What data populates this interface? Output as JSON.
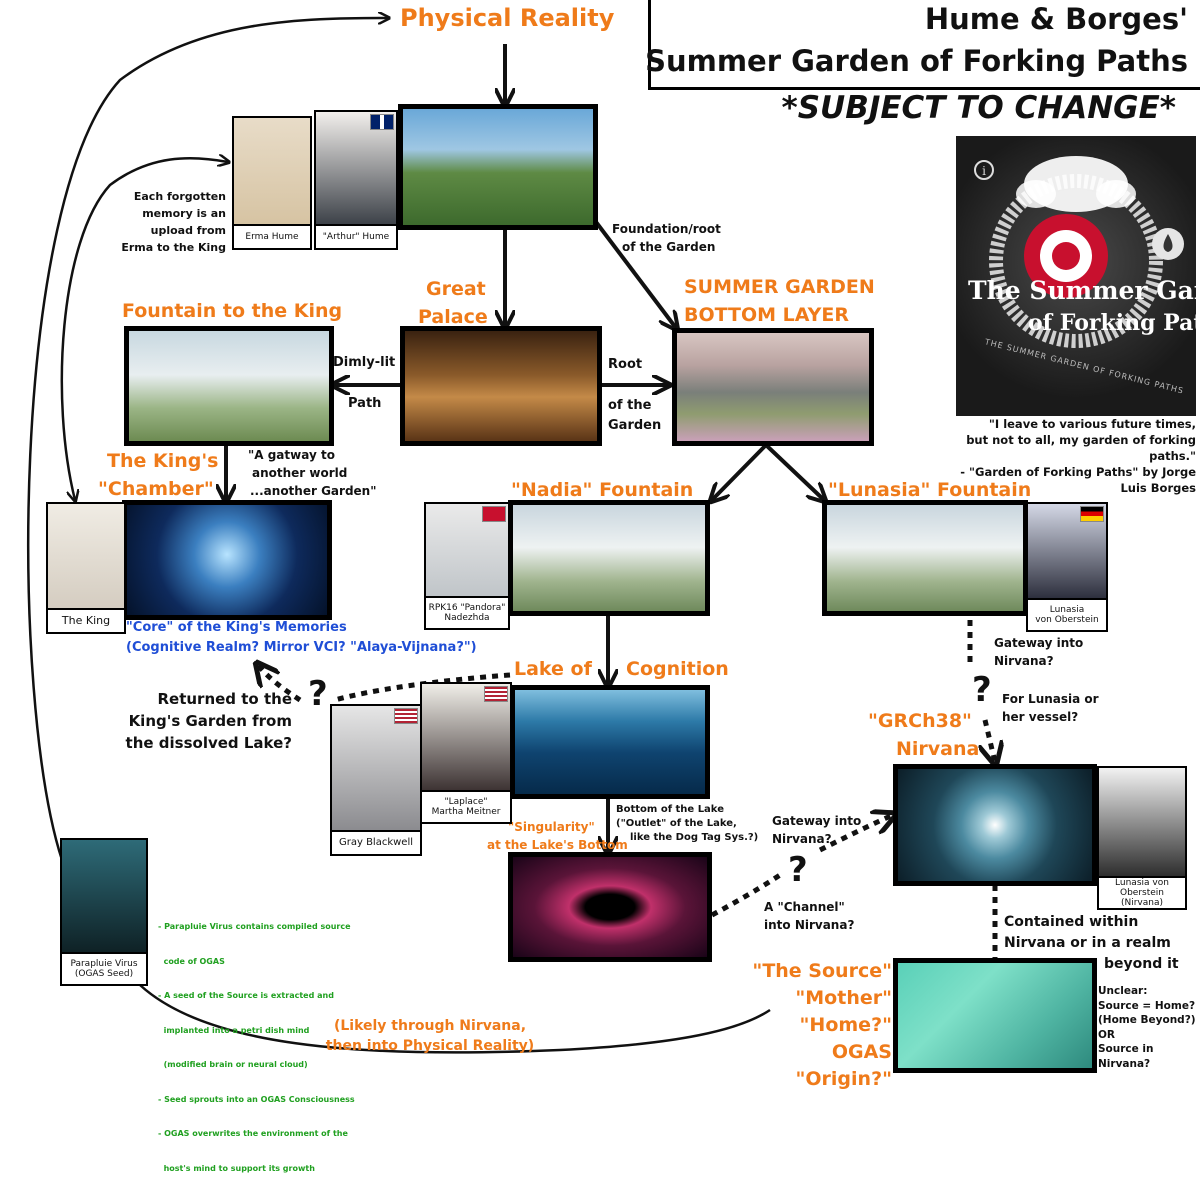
{
  "title": {
    "line1": "Hume & Borges'",
    "line2": "Summer Garden of Forking Paths",
    "subject": "*SUBJECT TO CHANGE*"
  },
  "colors": {
    "accent": "#ef7b1a",
    "blue": "#1f4ed6",
    "green": "#20a020",
    "line": "#111111"
  },
  "cover": {
    "title1": "The Summer Garden",
    "title2": "of Forking Paths",
    "ring": "THE SUMMER GARDEN OF FORKING PATHS",
    "info_icon": "info-icon",
    "drop_icon": "drop-icon"
  },
  "quote": {
    "line1": "\"I leave to various future times,",
    "line2": "but not to all, my garden of forking paths.\"",
    "line3": "- \"Garden of Forking Paths\" by Jorge Luis Borges"
  },
  "nodes": {
    "physical_reality": "Physical Reality",
    "great_palace_1": "Great",
    "great_palace_2": "Palace",
    "fountain_king": "Fountain to the King",
    "bottom_layer_1": "SUMMER GARDEN",
    "bottom_layer_2": "BOTTOM LAYER",
    "kings_chamber_1": "The King's",
    "kings_chamber_2": "\"Chamber\"",
    "nadia_fountain": "\"Nadia\" Fountain",
    "lunasia_fountain": "\"Lunasia\" Fountain",
    "lake_1": "Lake of",
    "lake_2": "Cognition",
    "singularity_1": "\"Singularity\"",
    "singularity_2": "at the Lake's Bottom",
    "nirvana_1": "\"GRCh38\"",
    "nirvana_2": "Nirvana",
    "source_1": "\"The Source\"",
    "source_2": "\"Mother\"",
    "source_3": "\"Home?\"",
    "source_4": "OGAS \"Origin?\""
  },
  "labels": {
    "forgotten_memory": [
      "Each forgotten",
      "memory is an",
      "upload from",
      "Erma to the King"
    ],
    "foundation": [
      "Foundation/root",
      "of the Garden"
    ],
    "dimly_lit": "Dimly-lit",
    "path": "Path",
    "root": "Root",
    "of_the": "of the",
    "garden": "Garden",
    "gateway_world": [
      "\"A gatway to",
      "another world",
      "...another Garden\""
    ],
    "core_memories_1": "\"Core\" of the King's Memories",
    "core_memories_2": "(Cognitive Realm? Mirror VCI? \"Alaya-Vijnana?\")",
    "returned": [
      "Returned to the",
      "King's Garden from",
      "the dissolved Lake?"
    ],
    "gateway_nirvana_1": [
      "Gateway into",
      "Nirvana?"
    ],
    "for_lunasia": [
      "For Lunasia or",
      "her vessel?"
    ],
    "bottom_of_lake": [
      "Bottom of the Lake",
      "(\"Outlet\" of the Lake,",
      "like the Dog Tag Sys.?)"
    ],
    "gateway_nirvana_2": [
      "Gateway into",
      "Nirvana?"
    ],
    "channel": [
      "A \"Channel\"",
      "into Nirvana?"
    ],
    "contained": [
      "Contained within",
      "Nirvana or in a realm",
      "beyond it"
    ],
    "unclear": [
      "Unclear:",
      "Source = Home?",
      "(Home Beyond?)",
      "OR",
      "Source in Nirvana?"
    ],
    "likely": [
      "(Likely through Nirvana,",
      "then into Physical Reality)"
    ],
    "question": "?"
  },
  "virus_notes": [
    "- Parapluie Virus contains compiled source",
    "  code of OGAS",
    "- A seed of the Source is extracted and",
    "  implanted into a petri dish mind",
    "  (modified brain or neural cloud)",
    "- Seed sprouts into an OGAS Consciousness",
    "- OGAS overwrites the environment of the",
    "  host's mind to support its growth"
  ],
  "characters": {
    "erma": "Erma Hume",
    "arthur": "\"Arthur\" Hume",
    "king": "The King",
    "nadezhda_1": "RPK16 \"Pandora\"",
    "nadezhda_2": "Nadezhda",
    "lunasia_1": "Lunasia",
    "lunasia_2": "von Oberstein",
    "gray": "Gray Blackwell",
    "martha_1": "\"Laplace\"",
    "martha_2": "Martha Meitner",
    "lunasia_nirvana_1": "Lunasia von",
    "lunasia_nirvana_2": "Oberstein (Nirvana)",
    "virus_1": "Parapluie Virus",
    "virus_2": "(OGAS Seed)"
  }
}
